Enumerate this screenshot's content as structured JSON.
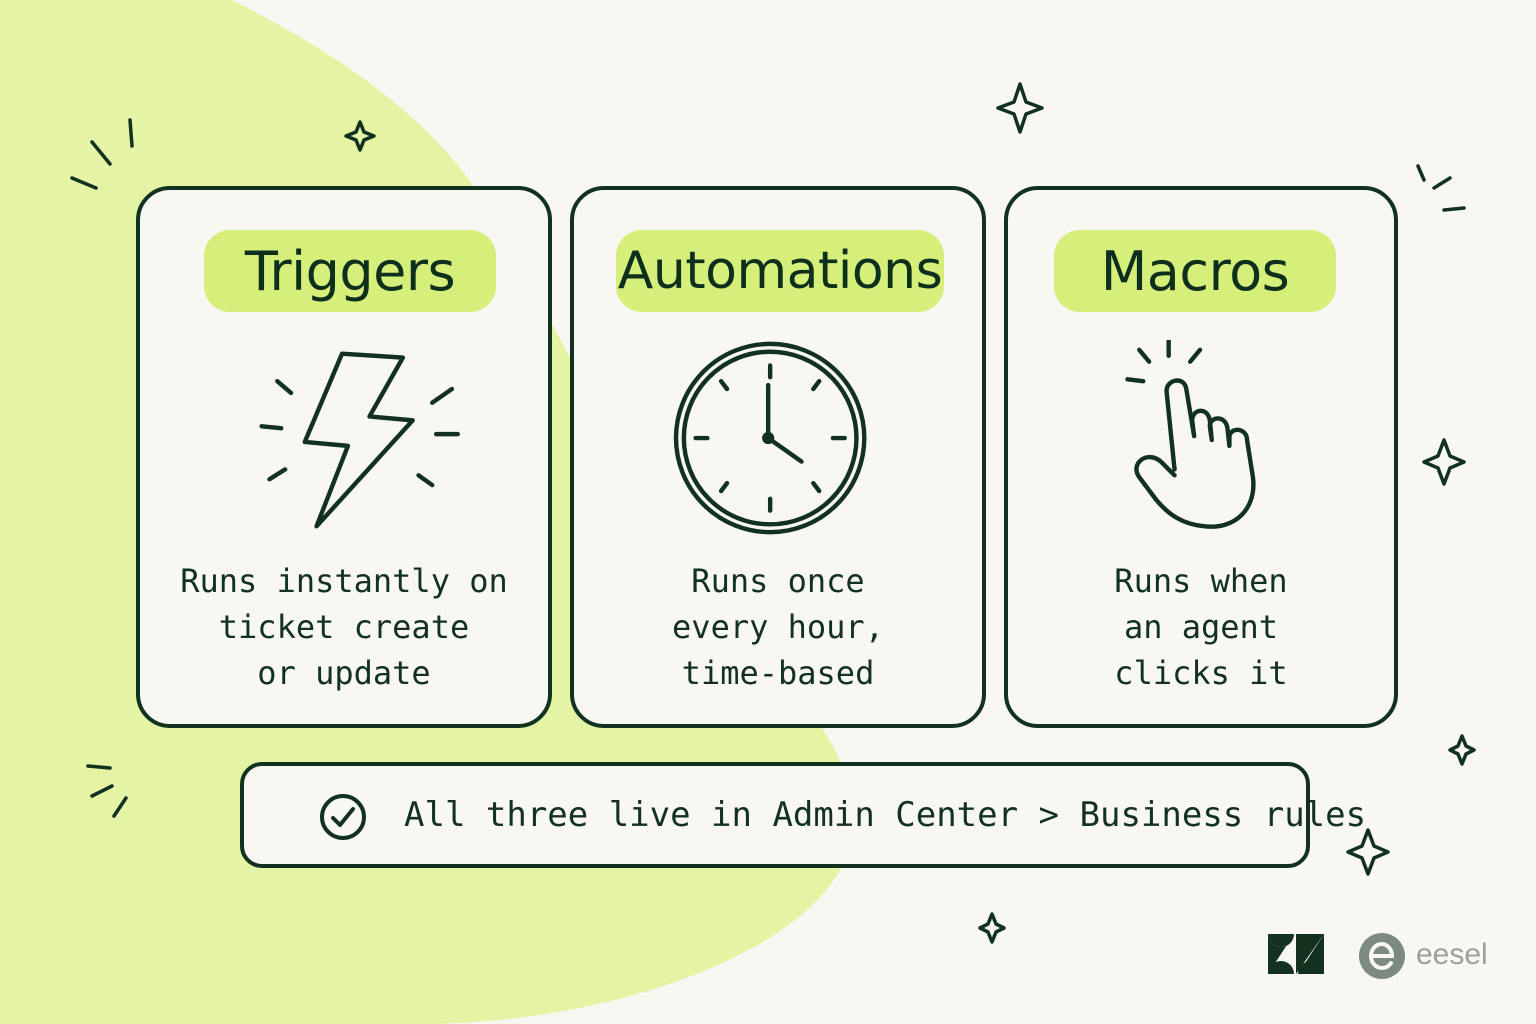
{
  "colors": {
    "background": "#f8f7f1",
    "blob": "#e4f3a4",
    "highlight": "#d6ef7a",
    "ink": "#12321f",
    "logo_gray": "#7d8a80"
  },
  "cards": [
    {
      "title": "Triggers",
      "icon": "lightning-bolt-icon",
      "description": [
        "Runs instantly on",
        "ticket create",
        "or update"
      ]
    },
    {
      "title": "Automations",
      "icon": "clock-icon",
      "description": [
        "Runs once",
        "every hour,",
        "time-based"
      ]
    },
    {
      "title": "Macros",
      "icon": "pointing-hand-icon",
      "description": [
        "Runs when",
        "an agent",
        "clicks it"
      ]
    }
  ],
  "footer": {
    "icon": "check-circle-icon",
    "text": "All three live in Admin Center > Business rules"
  },
  "logos": {
    "zendesk": "zendesk-logo",
    "eesel_text": "eesel"
  }
}
